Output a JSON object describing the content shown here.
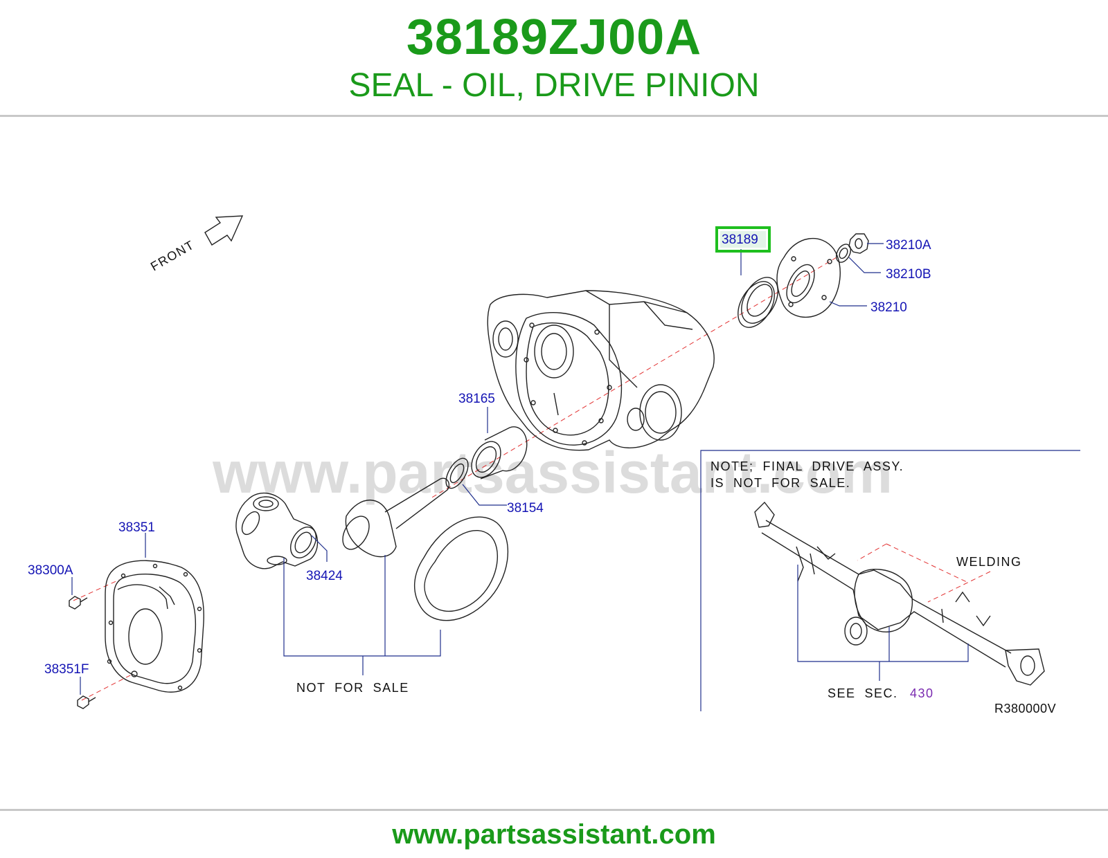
{
  "header": {
    "part_number": "38189ZJ00A",
    "description": "SEAL - OIL, DRIVE PINION"
  },
  "diagram": {
    "watermark": "www.partsassistant.com",
    "front_label": "FRONT",
    "callouts": {
      "c38189": "38189",
      "c38210A": "38210A",
      "c38210B": "38210B",
      "c38210": "38210",
      "c38165": "38165",
      "c38154": "38154",
      "c38351": "38351",
      "c38300A": "38300A",
      "c38424": "38424",
      "c38351F": "38351F"
    },
    "not_for_sale": "NOT  FOR  SALE",
    "note_line1": "NOTE;  FINAL  DRIVE  ASSY.",
    "note_line2": "IS  NOT  FOR  SALE.",
    "welding": "WELDING",
    "see_sec": "SEE  SEC.",
    "see_sec_num": "430",
    "drawing_code": "R380000V"
  },
  "colors": {
    "brand_green": "#1a9a1a",
    "callout_blue": "#1414b4",
    "highlight_green": "#1fbf1f",
    "axis_red": "#e23030",
    "section_purple": "#7a2ab0"
  },
  "footer": {
    "url": "www.partsassistant.com"
  }
}
